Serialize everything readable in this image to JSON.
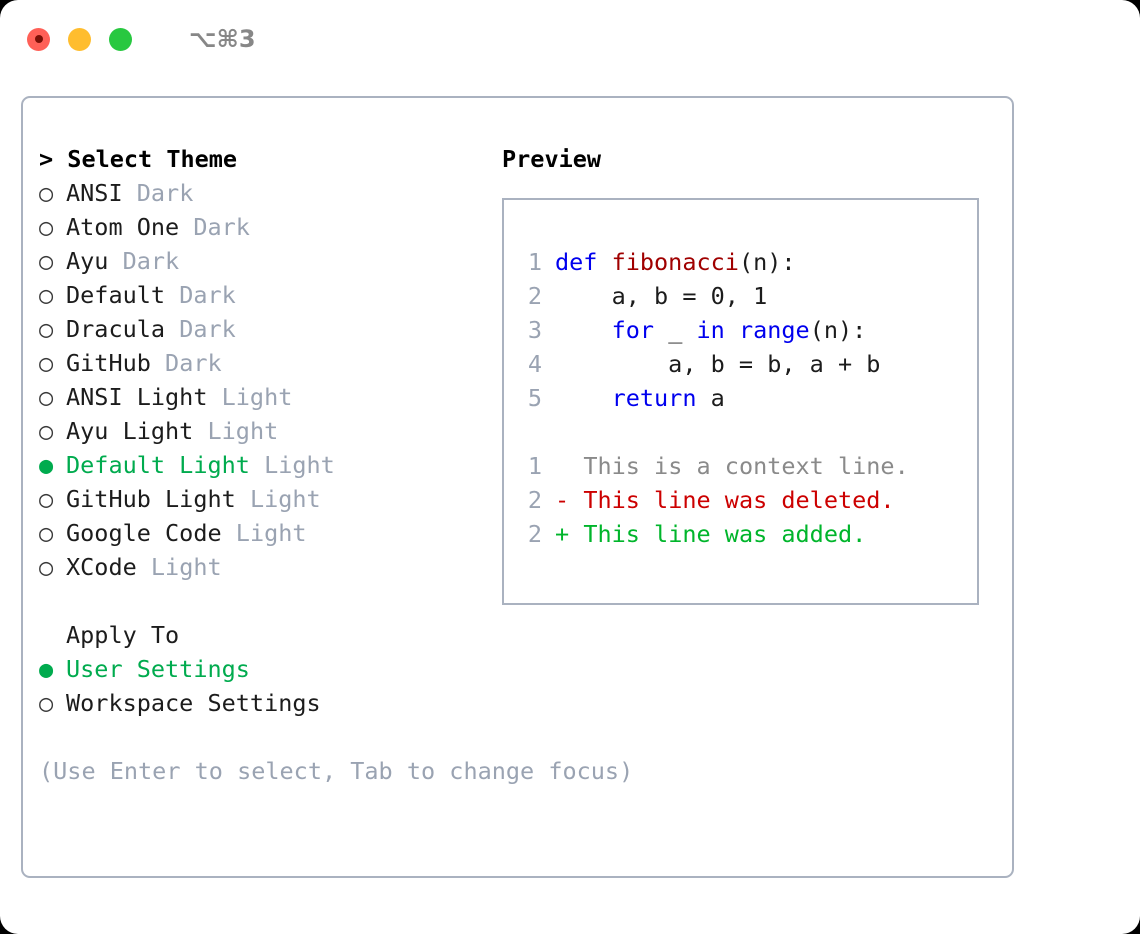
{
  "titlebar": {
    "shortcut": "⌥⌘3",
    "lights": [
      {
        "name": "close",
        "color": "#ff6057"
      },
      {
        "name": "minimize",
        "color": "#ffbd2e"
      },
      {
        "name": "zoom",
        "color": "#28c840"
      }
    ]
  },
  "left": {
    "header": "> Select Theme",
    "themes": [
      {
        "marker": "○",
        "name": "ANSI",
        "tag": "Dark",
        "selected": false
      },
      {
        "marker": "○",
        "name": "Atom One",
        "tag": "Dark",
        "selected": false
      },
      {
        "marker": "○",
        "name": "Ayu",
        "tag": "Dark",
        "selected": false
      },
      {
        "marker": "○",
        "name": "Default",
        "tag": "Dark",
        "selected": false
      },
      {
        "marker": "○",
        "name": "Dracula",
        "tag": "Dark",
        "selected": false
      },
      {
        "marker": "○",
        "name": "GitHub",
        "tag": "Dark",
        "selected": false
      },
      {
        "marker": "○",
        "name": "ANSI Light",
        "tag": "Light",
        "selected": false
      },
      {
        "marker": "○",
        "name": "Ayu Light",
        "tag": "Light",
        "selected": false
      },
      {
        "marker": "●",
        "name": "Default Light",
        "tag": "Light",
        "selected": true
      },
      {
        "marker": "○",
        "name": "GitHub Light",
        "tag": "Light",
        "selected": false
      },
      {
        "marker": "○",
        "name": "Google Code",
        "tag": "Light",
        "selected": false
      },
      {
        "marker": "○",
        "name": "XCode",
        "tag": "Light",
        "selected": false
      }
    ],
    "apply_to_header": "Apply To",
    "apply_to": [
      {
        "marker": "●",
        "name": "User Settings",
        "selected": true
      },
      {
        "marker": "○",
        "name": "Workspace Settings",
        "selected": false
      }
    ],
    "hint": "(Use Enter to select, Tab to change focus)"
  },
  "preview": {
    "title": "Preview",
    "code_lines": [
      {
        "num": "1",
        "tokens": [
          {
            "t": "def ",
            "k": "kw"
          },
          {
            "t": "fibonacci",
            "k": "fn"
          },
          {
            "t": "(n):",
            "k": "pl"
          }
        ]
      },
      {
        "num": "2",
        "tokens": [
          {
            "t": "    a, b = 0, 1",
            "k": "pl"
          }
        ]
      },
      {
        "num": "3",
        "tokens": [
          {
            "t": "    ",
            "k": "pl"
          },
          {
            "t": "for",
            "k": "kw"
          },
          {
            "t": " _ ",
            "k": "pl"
          },
          {
            "t": "in",
            "k": "kw"
          },
          {
            "t": " ",
            "k": "pl"
          },
          {
            "t": "range",
            "k": "bi"
          },
          {
            "t": "(n):",
            "k": "pl"
          }
        ]
      },
      {
        "num": "4",
        "tokens": [
          {
            "t": "        a, b = b, a + b",
            "k": "pl"
          }
        ]
      },
      {
        "num": "5",
        "tokens": [
          {
            "t": "    ",
            "k": "pl"
          },
          {
            "t": "return",
            "k": "kw"
          },
          {
            "t": " a",
            "k": "pl"
          }
        ]
      }
    ],
    "diff_lines": [
      {
        "num": "1",
        "marker": " ",
        "text": "This is a context line.",
        "kind": "ctx"
      },
      {
        "num": "2",
        "marker": "-",
        "text": "This line was deleted.",
        "kind": "del"
      },
      {
        "num": "2",
        "marker": "+",
        "text": "This line was added.",
        "kind": "add"
      }
    ]
  },
  "colors": {
    "accent_green": "#00ab4e",
    "muted_gray": "#9aa3b2",
    "border": "#aab2c0",
    "keyword_blue": "#0000ee",
    "function_red": "#a00000",
    "diff_delete": "#cc0000",
    "diff_add": "#00b52b",
    "background": "#ffffff"
  }
}
